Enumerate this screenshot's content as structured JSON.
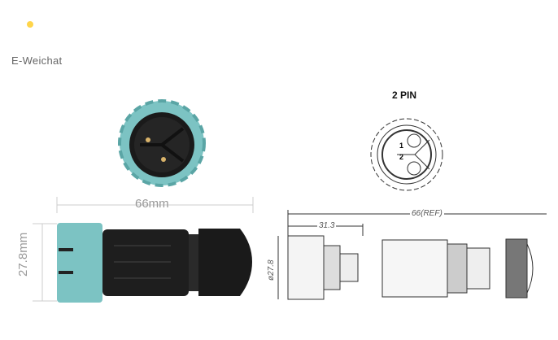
{
  "logo": {
    "brand": "E-Weichat",
    "icon": "w-logo-icon",
    "color": "#f5a443"
  },
  "photo": {
    "width_label": "66mm",
    "height_label": "27.8mm",
    "accent_color": "#7cc3c3",
    "body_color": "#1e1e1e"
  },
  "drawing": {
    "pin_title": "2 PIN",
    "pin_labels": [
      "1",
      "2"
    ],
    "total_length_label": "66(REF)",
    "head_length_label": "31.3",
    "diameter_label": "ø27.8"
  }
}
